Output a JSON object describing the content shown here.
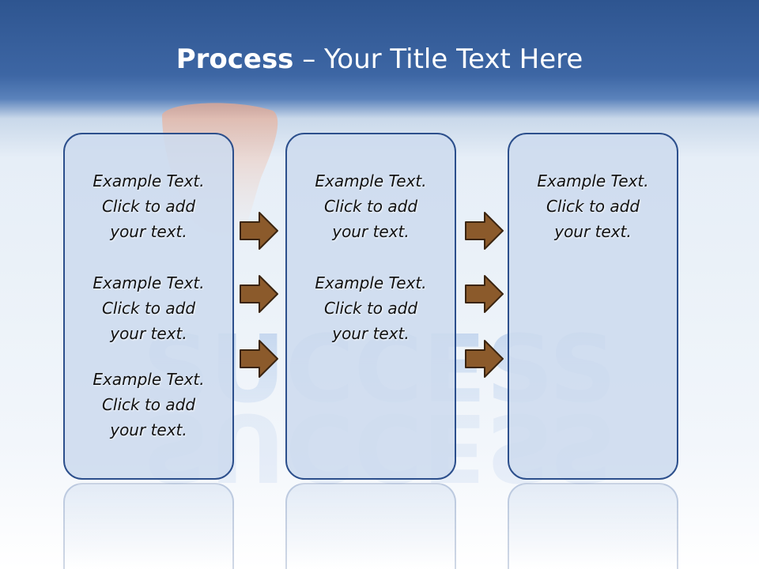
{
  "title": {
    "bold": "Process",
    "rest": " – Your Title Text Here"
  },
  "columns": [
    {
      "items": [
        {
          "line1": "Example Text.",
          "line2": "Click  to add",
          "line3": "your text."
        },
        {
          "line1": "Example Text.",
          "line2": "Click  to add",
          "line3": "your text."
        },
        {
          "line1": "Example Text.",
          "line2": "Click  to add",
          "line3": "your text."
        }
      ]
    },
    {
      "items": [
        {
          "line1": "Example Text.",
          "line2": "Click  to add",
          "line3": "your text."
        },
        {
          "line1": "Example Text.",
          "line2": "Click  to add",
          "line3": "your text."
        }
      ]
    },
    {
      "items": [
        {
          "line1": "Example Text.",
          "line2": "Click  to add",
          "line3": "your text."
        }
      ]
    }
  ],
  "colors": {
    "header": "#2e5590",
    "box_fill": "#cddbee",
    "box_border": "#2c4f8c",
    "arrow_fill": "#8b5a2b",
    "arrow_stroke": "#3a2410"
  },
  "icons": {
    "arrow": "right-arrow-icon"
  }
}
